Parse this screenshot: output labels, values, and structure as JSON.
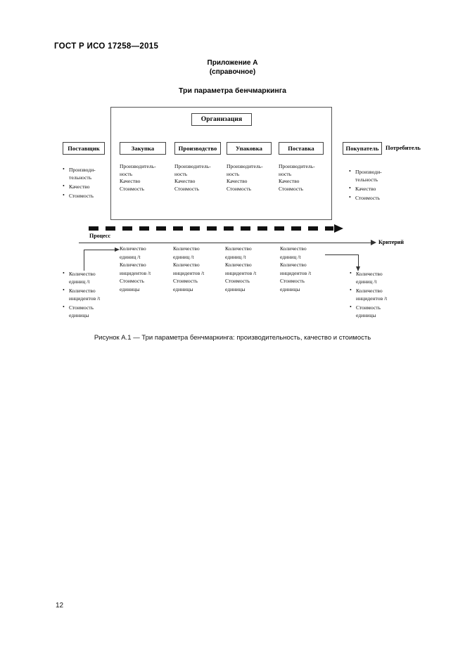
{
  "document": {
    "header": "ГОСТ Р ИСО 17258—2015",
    "page_number": "12"
  },
  "annex": {
    "title": "Приложение А",
    "subtitle": "(справочное)",
    "figure_heading": "Три параметра бенчмаркинга"
  },
  "figure": {
    "organization_box": "Организация",
    "process_boxes": [
      {
        "label": "Закупка"
      },
      {
        "label": "Производство"
      },
      {
        "label": "Упаковка"
      },
      {
        "label": "Поставка"
      }
    ],
    "supplier_box": "Поставщик",
    "buyer_box": "Покупатель",
    "consumer_label": "Потребитель",
    "metrics_upper": [
      "Производитель-\nность\nКачество\nСтоимость",
      "Производитель-\nность\nКачество\nСтоимость",
      "Производитель-\nность\nКачество\nСтоимость",
      "Производитель-\nность\nКачество\nСтоимость"
    ],
    "supplier_bullets": [
      "Производи-\nтельность",
      "Качество",
      "Стоимость"
    ],
    "buyer_bullets": [
      "Производи-\nтельность",
      "Качество",
      "Стоимость"
    ],
    "process_axis_label": "Процесс",
    "criterion_axis_label": "Критерий",
    "metrics_lower": [
      "Количество\nединиц /t\nКоличество\nинцидентов /t\nСтоимость\nединицы",
      "Количество\nединиц /t\nКоличество\nинцидентов /t\nСтоимость\nединицы",
      "Количество\nединиц /t\nКоличество\nинцидентов /t\nСтоимость\nединицы",
      "Количество\nединиц /t\nКоличество\nинцидентов /t\nСтоимость\nединицы"
    ],
    "lower_left_bullets": [
      "Количество\nединиц /t",
      "Количество\nинцидентов /t",
      "Стоимость\nединицы"
    ],
    "lower_right_bullets": [
      "Количество\nединиц /t",
      "Количество\nинцидентов /t",
      "Стоимость\nединицы"
    ],
    "caption": "Рисунок А.1 — Три параметра бенчмаркинга: производительность, качество и стоимость"
  },
  "colors": {
    "text": "#000000",
    "line": "#333333",
    "frame": "#555555"
  }
}
